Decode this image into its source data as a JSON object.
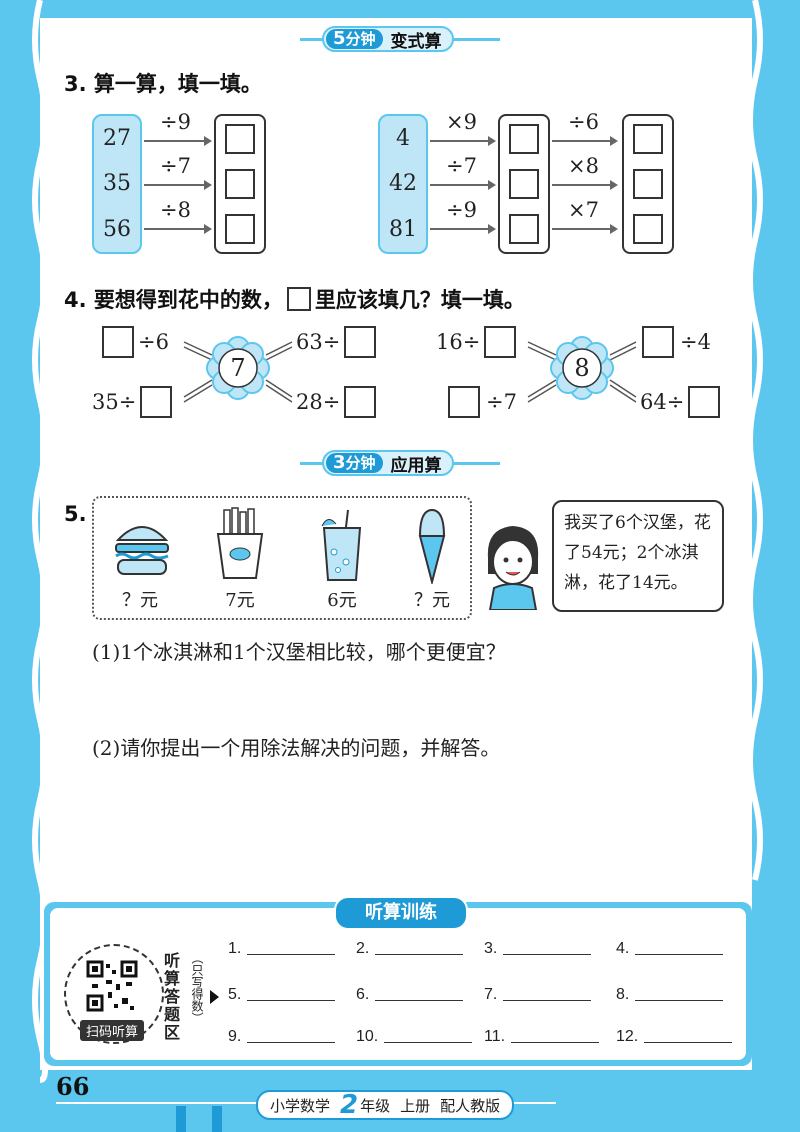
{
  "sections": {
    "s1": {
      "minutes": "5",
      "minute_unit": "分钟",
      "title": "变式算"
    },
    "s2": {
      "minutes": "3",
      "minute_unit": "分钟",
      "title": "应用算"
    }
  },
  "q3": {
    "title": "3. 算一算，填一填。",
    "left": {
      "numbers": [
        "27",
        "35",
        "56"
      ],
      "ops": [
        "÷9",
        "÷7",
        "÷8"
      ]
    },
    "right": {
      "numbers": [
        "4",
        "42",
        "81"
      ],
      "ops1": [
        "×9",
        "÷7",
        "÷9"
      ],
      "ops2": [
        "÷6",
        "×8",
        "×7"
      ]
    }
  },
  "q4": {
    "title_before": "4. 要想得到花中的数，",
    "title_after": "里应该填几？填一填。",
    "flower1": {
      "value": "7",
      "tl_suffix": "÷6",
      "tr_prefix": "63÷",
      "bl_prefix": "35÷",
      "br_prefix": "28÷"
    },
    "flower2": {
      "value": "8",
      "tl_prefix": "16÷",
      "tr_suffix": "÷4",
      "bl_suffix": "÷7",
      "br_prefix": "64÷"
    }
  },
  "q5": {
    "number": "5.",
    "prices": [
      "？元",
      "7元",
      "6元",
      "？元"
    ],
    "bubble": "我买了6个汉堡，花了54元；2个冰淇淋，花了14元。",
    "sub1": "(1)1个冰淇淋和1个汉堡相比较，哪个更便宜？",
    "sub2": "(2)请你提出一个用除法解决的问题，并解答。"
  },
  "listening": {
    "title": "听算训练",
    "qr_label": "扫码听算",
    "area_label": "听算答题区",
    "note": "（只写得数）",
    "items": [
      "1.",
      "2.",
      "3.",
      "4.",
      "5.",
      "6.",
      "7.",
      "8.",
      "9.",
      "10.",
      "11.",
      "12."
    ]
  },
  "footer": {
    "page_number": "66",
    "subject": "小学数学",
    "grade_num": "2",
    "grade": "年级",
    "volume": "上册",
    "edition": "配人教版"
  },
  "colors": {
    "accent": "#5bc6ee",
    "accent_dark": "#1e9ad6",
    "light": "#d9f1fb"
  }
}
